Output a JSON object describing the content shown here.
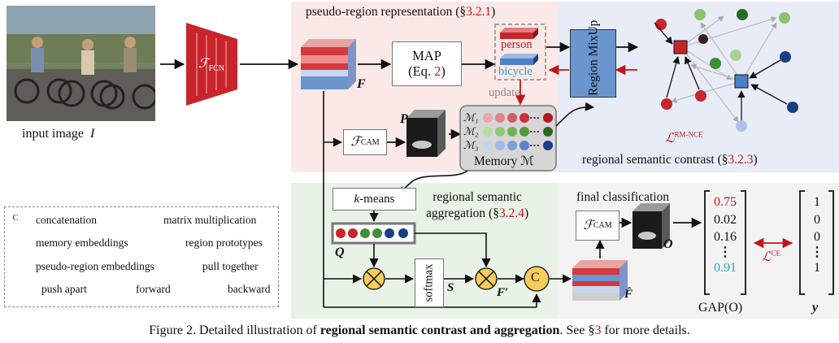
{
  "input": {
    "label": "input image",
    "symbol": "I"
  },
  "fcn": {
    "label": "ℱ",
    "sub": "FCN"
  },
  "features": {
    "F": "F",
    "F_hat": "F̂",
    "F_prime": "F′"
  },
  "pseudo_region": {
    "title": "pseudo-region representation (§",
    "ref": "3.2.1",
    "close": ")"
  },
  "map": {
    "line1": "MAP",
    "line2_pre": "(Eq. ",
    "line2_ref": "2",
    "line2_post": ")"
  },
  "prototypes": {
    "person": "person",
    "bicycle": "bicycle"
  },
  "region_mixup": {
    "label": "Region MixUp"
  },
  "update": "update",
  "cam": {
    "label": "ℱ",
    "sub": "CAM",
    "P": "P",
    "O": "O"
  },
  "memory": {
    "rows": [
      "ℳ₁",
      "ℳ₂",
      "ℳ₃"
    ],
    "label": "Memory ℳ",
    "dots": "···"
  },
  "rm_nce": {
    "label": "ℒ",
    "sup": "RM-NCE"
  },
  "contrast": {
    "title": "regional semantic contrast (§",
    "ref": "3.2.3",
    "close": ")"
  },
  "kmeans": {
    "k": "k",
    "rest": "-means"
  },
  "aggregation": {
    "line1": "regional semantic",
    "line2_pre": "aggregation (§",
    "line2_ref": "3.2.4",
    "line2_post": ")"
  },
  "Q": "Q",
  "softmax": {
    "label": "softmax",
    "S": "S"
  },
  "concat_symbol": "C",
  "final": {
    "title": "final classification"
  },
  "gap": {
    "values": [
      "0.75",
      "0.02",
      "0.16",
      "⋮",
      "0.91"
    ],
    "label": "GAP(O)"
  },
  "y": {
    "values": [
      "1",
      "0",
      "0",
      "⋮",
      "1"
    ],
    "label": "y"
  },
  "ce": {
    "label": "ℒ",
    "sup": "CE"
  },
  "legend": {
    "concatenation": "concatenation",
    "matrix": "matrix  multiplication",
    "memory_emb": "memory embeddings",
    "region_proto": "region prototypes",
    "pseudo_emb": "pseudo-region embeddings",
    "pull": "pull together",
    "push": "push apart",
    "forward": "forward",
    "backward": "backward"
  },
  "caption": {
    "pre": "Figure 2. Detailed illustration of ",
    "bold": "regional semantic contrast and aggregation",
    "mid": ". See §",
    "ref": "3",
    "post": " for more details."
  },
  "colors": {
    "red": "#c0161b",
    "blue": "#2aa8c4",
    "ref": "#d12a2a"
  }
}
